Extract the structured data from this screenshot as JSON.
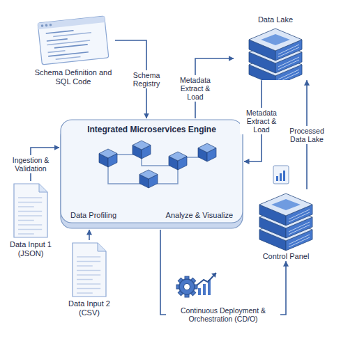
{
  "diagram": {
    "nodes": [
      {
        "text": [
          "Schema Definition and SQL Code"
        ]
      },
      {
        "text": [
          "Data Lake"
        ]
      },
      {
        "text": [
          "Integrated Microservices Engine",
          "Data Profiling",
          "Analyze & Visualize"
        ]
      },
      {
        "text": [
          "Data Input 1 (JSON)"
        ]
      },
      {
        "text": [
          "Data Input 2 (CSV)"
        ]
      },
      {
        "text": [
          "Control Panel"
        ]
      }
    ],
    "edges": [
      {
        "from": 0,
        "to": 2,
        "arrow": "to",
        "label": "Schema Registry"
      },
      {
        "from": 2,
        "to": 1,
        "arrow": "to",
        "label": "Metadata Extract & Load"
      },
      {
        "from": 1,
        "to": 2,
        "arrow": "to",
        "label": "Metadata Extract & Load"
      },
      {
        "from": 5,
        "to": 1,
        "arrow": "to",
        "label": "Processed Data Lake"
      },
      {
        "from": 3,
        "to": 2,
        "arrow": "to",
        "label": "Ingestion & Validation"
      },
      {
        "from": 4,
        "to": 2,
        "arrow": "to"
      },
      {
        "from": 2,
        "to": 5,
        "arrow": "to",
        "label": "Continuous Deployment & Orchestration (CD/O)"
      }
    ]
  }
}
